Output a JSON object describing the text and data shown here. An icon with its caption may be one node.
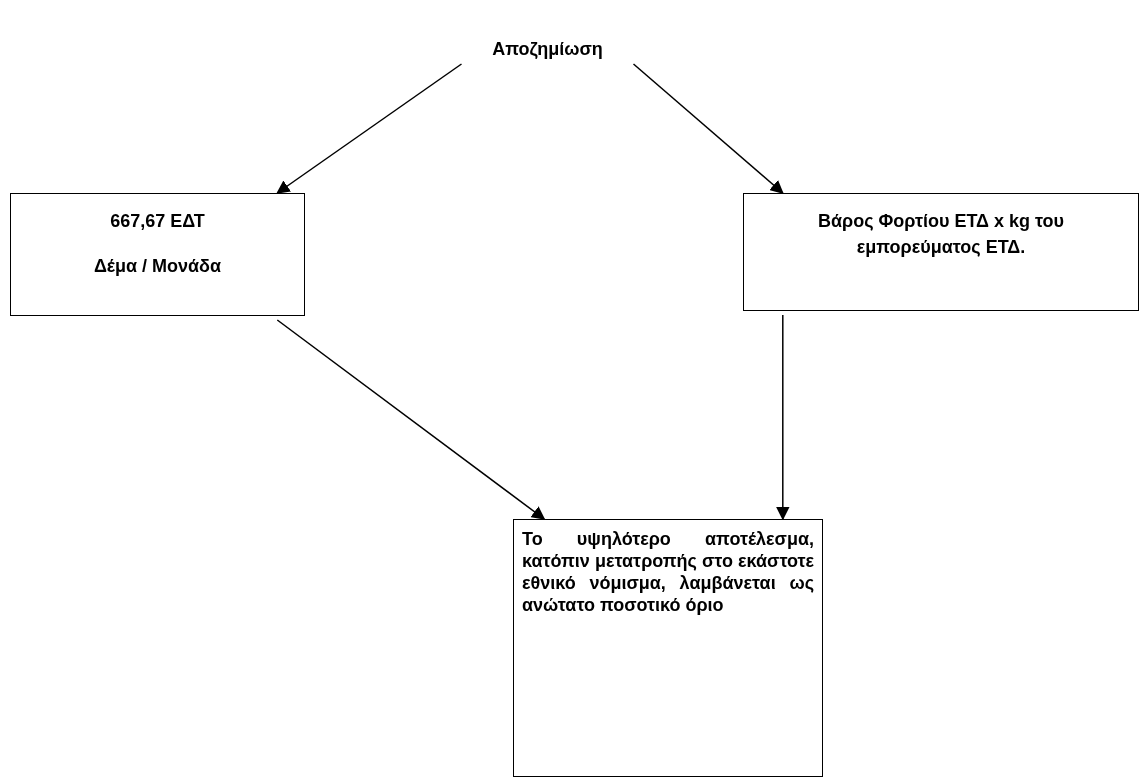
{
  "diagram": {
    "nodes": [
      {
        "text": [
          "Αποζημίωση"
        ]
      },
      {
        "text": [
          "667,67 ΕΔΤ",
          "Δέμα / Μονάδα"
        ]
      },
      {
        "text": [
          "Βάρος Φορτίου ΕΤΔ x kg του εμπορεύματος ΕΤΔ."
        ]
      },
      {
        "text": [
          "Το υψηλότερο αποτέλεσμα, κατόπιν μετατροπής στο εκάστοτε εθνικό νόμισμα, λαμβάνεται ως ανώτατο ποσοτικό όριο"
        ]
      }
    ],
    "edges": [
      {
        "from": 0,
        "to": 1,
        "arrow": "to"
      },
      {
        "from": 0,
        "to": 2,
        "arrow": "to"
      },
      {
        "from": 1,
        "to": 3,
        "arrow": "to"
      },
      {
        "from": 2,
        "to": 3,
        "arrow": "to"
      }
    ]
  }
}
